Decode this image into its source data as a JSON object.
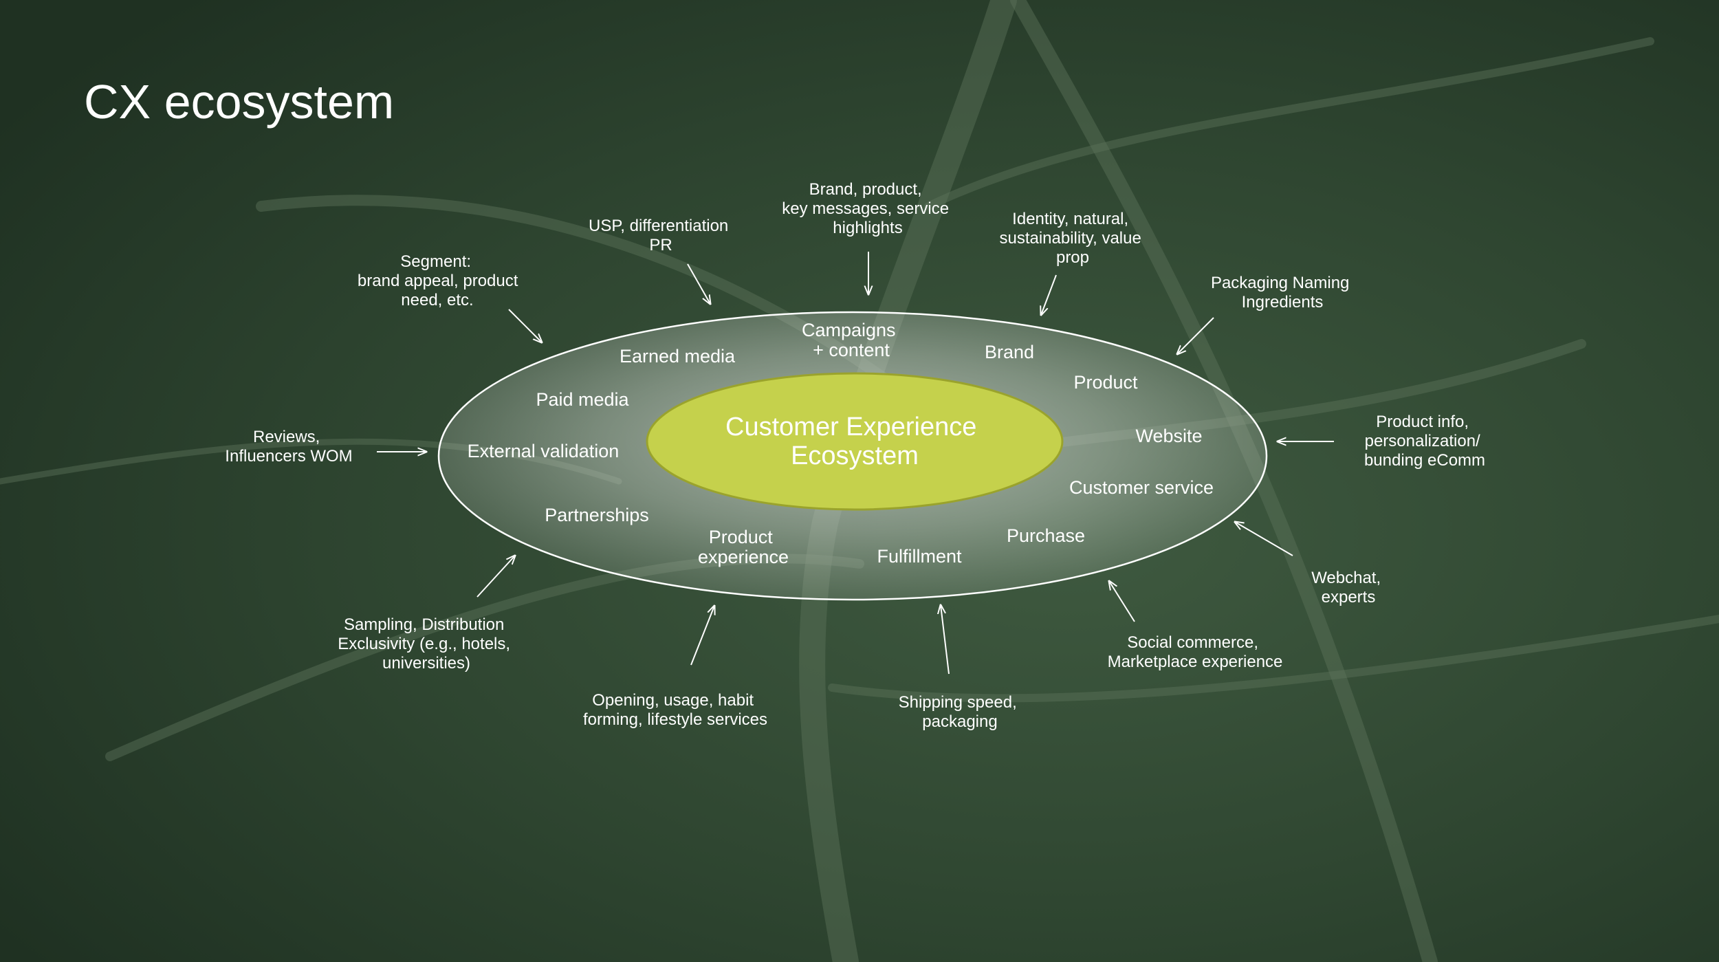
{
  "title": "CX ecosystem",
  "center": {
    "line1": "Customer Experience",
    "line2": "Ecosystem"
  },
  "ring": {
    "earned_media": "Earned media",
    "campaigns": {
      "line1": "Campaigns",
      "line2": "+ content"
    },
    "brand": "Brand",
    "product": "Product",
    "paid_media": "Paid media",
    "website": "Website",
    "external_validation": "External validation",
    "customer_service": "Customer service",
    "partnerships": "Partnerships",
    "purchase": "Purchase",
    "product_experience": {
      "line1": "Product",
      "line2": "experience"
    },
    "fulfillment": "Fulfillment"
  },
  "inputs": {
    "brand_product": {
      "line1": "Brand, product,",
      "line2": "key messages, service",
      "line3": "highlights"
    },
    "usp": {
      "line1": "USP, differentiation",
      "line2": "PR"
    },
    "identity": {
      "line1": "Identity, natural,",
      "line2": "sustainability, value",
      "line3": "prop"
    },
    "segment": {
      "line1": "Segment:",
      "line2": "brand appeal, product",
      "line3": "need, etc."
    },
    "packaging": {
      "line1": "Packaging Naming",
      "line2": "Ingredients"
    },
    "reviews": {
      "line1": "Reviews,",
      "line2": "Influencers WOM"
    },
    "product_info": {
      "line1": "Product info,",
      "line2": "personalization/",
      "line3": "bunding eComm"
    },
    "webchat": {
      "line1": "Webchat,",
      "line2": "experts"
    },
    "sampling": {
      "line1": "Sampling, Distribution",
      "line2": "Exclusivity (e.g., hotels,",
      "line3": "universities)"
    },
    "social_commerce": {
      "line1": "Social commerce,",
      "line2": "Marketplace experience"
    },
    "opening": {
      "line1": "Opening, usage, habit",
      "line2": "forming, lifestyle services"
    },
    "shipping": {
      "line1": "Shipping speed,",
      "line2": "packaging"
    }
  },
  "colors": {
    "background": "#2a3d2b",
    "center_fill": "#c5d14c",
    "center_stroke": "#9aa32c",
    "text": "#ffffff"
  }
}
